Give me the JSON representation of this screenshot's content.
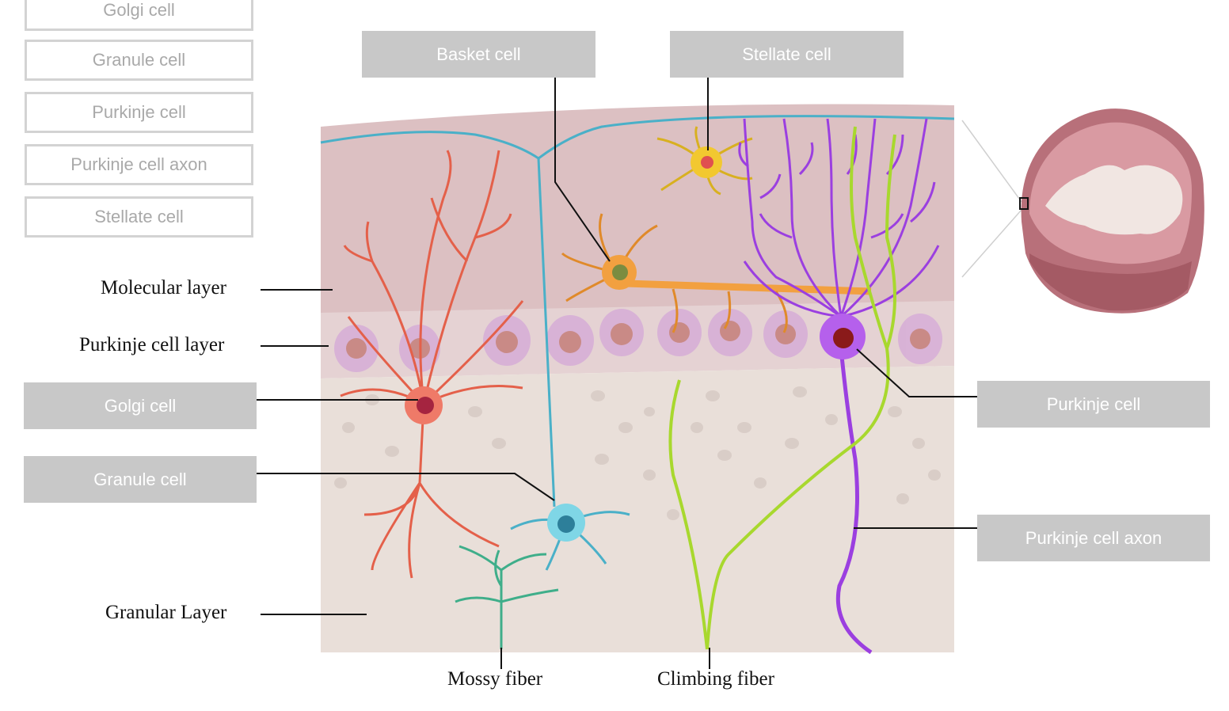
{
  "word_bank": [
    "Golgi cell",
    "Granule cell",
    "Purkinje cell",
    "Purkinje cell axon",
    "Stellate cell"
  ],
  "drop_zones": {
    "basket": "Basket cell",
    "stellate": "Stellate cell",
    "golgi": "Golgi cell",
    "granule": "Granule cell",
    "purkinje": "Purkinje cell",
    "purkinje_axon": "Purkinje cell axon"
  },
  "labels": {
    "molecular_layer": "Molecular layer",
    "purkinje_cell_layer": "Purkinje cell layer",
    "granular_layer": "Granular Layer",
    "mossy_fiber": "Mossy fiber",
    "climbing_fiber": "Climbing fiber"
  },
  "colors": {
    "molecular_layer": "#dcc0c2",
    "granular_layer": "#e9dfd9",
    "golgi_cell": "#e4604a",
    "granule_cell": "#5ec6d8",
    "basket_cell": "#f2a040",
    "stellate_cell": "#f2c830",
    "purkinje_cell": "#9b3fe0",
    "climbing_fiber": "#a8d82e",
    "mossy_fiber": "#3fae8a",
    "drop_zone": "#c8c8c8"
  }
}
